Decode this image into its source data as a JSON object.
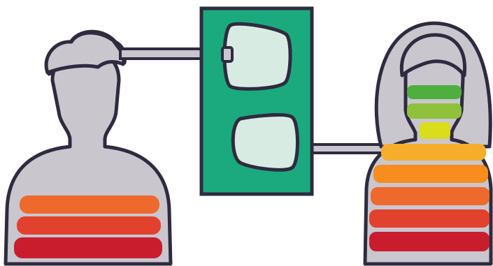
{
  "scene": {
    "left_figure": {
      "icon": "person-short-hair-icon",
      "fill_color": "#c9c6ce",
      "levels": [
        {
          "name": "top",
          "color": "#ee6a2c"
        },
        {
          "name": "middle",
          "color": "#e2412e"
        },
        {
          "name": "bottom",
          "color": "#c91d2e"
        }
      ],
      "fill_level_fraction": 0.3
    },
    "right_figure": {
      "icon": "person-long-hair-icon",
      "fill_color": "#c9c6ce",
      "levels": [
        {
          "name": "1",
          "color": "#4eaf3f"
        },
        {
          "name": "2",
          "color": "#8fc13b"
        },
        {
          "name": "3",
          "color": "#d9dd1b"
        },
        {
          "name": "4",
          "color": "#f6ad2b"
        },
        {
          "name": "5",
          "color": "#f68d1e"
        },
        {
          "name": "6",
          "color": "#ee6a2c"
        },
        {
          "name": "7",
          "color": "#e2412e"
        },
        {
          "name": "8",
          "color": "#c91d2e"
        }
      ],
      "fill_level_fraction": 1.0
    },
    "device": {
      "icon": "connection-panel-icon",
      "panel_color": "#1aaa7e",
      "connector_color": "#d8ebe3"
    },
    "colors": {
      "outline": "#2f2b3f",
      "cable": "#c9c6ce",
      "background": "#ffffff"
    }
  }
}
